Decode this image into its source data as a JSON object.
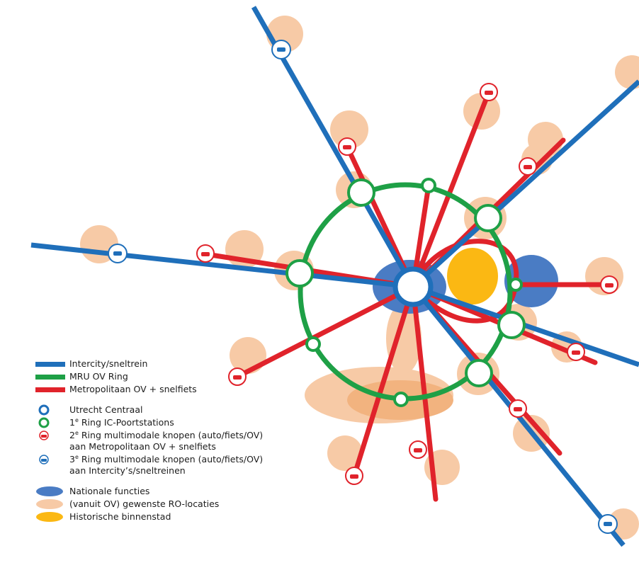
{
  "legend": {
    "lines": [
      {
        "label": "Intercity/sneltrein",
        "color": "#1f6fba"
      },
      {
        "label": "MRU OV Ring",
        "color": "#1ea046"
      },
      {
        "label": "Metropolitaan OV + snelfiets",
        "color": "#e0232b"
      }
    ],
    "nodes": [
      {
        "label": "Utrecht Centraal",
        "color": "#1f6fba"
      },
      {
        "sup": "e",
        "label_prefix": "1",
        "label_rest": "Ring IC-Poortstations",
        "color": "#1ea046"
      },
      {
        "sup": "e",
        "label_prefix": "2",
        "label_rest": "Ring multimodale knopen (auto/fiets/OV)",
        "label_line2": "aan Metropolitaan OV + snelfiets",
        "color": "#e0232b"
      },
      {
        "sup": "e",
        "label_prefix": "3",
        "label_rest": "Ring multimodale knopen (auto/fiets/OV)",
        "label_line2": "aan Intercity’s/sneltreinen",
        "color": "#1f6fba"
      }
    ],
    "areas": [
      {
        "label": "Nationale functies",
        "color": "#4a7cc4"
      },
      {
        "label": "(vanuit OV) gewenste RO-locaties",
        "color": "#f7caa6"
      },
      {
        "label": "Historische binnenstad",
        "color": "#fbb813"
      }
    ]
  },
  "colors": {
    "intercity": "#1f6fba",
    "mru_ring": "#1ea046",
    "metropolitaan": "#e0232b",
    "nationale": "#4a7cc4",
    "ro_locatie": "#f7caa6",
    "historisch": "#fbb813"
  }
}
